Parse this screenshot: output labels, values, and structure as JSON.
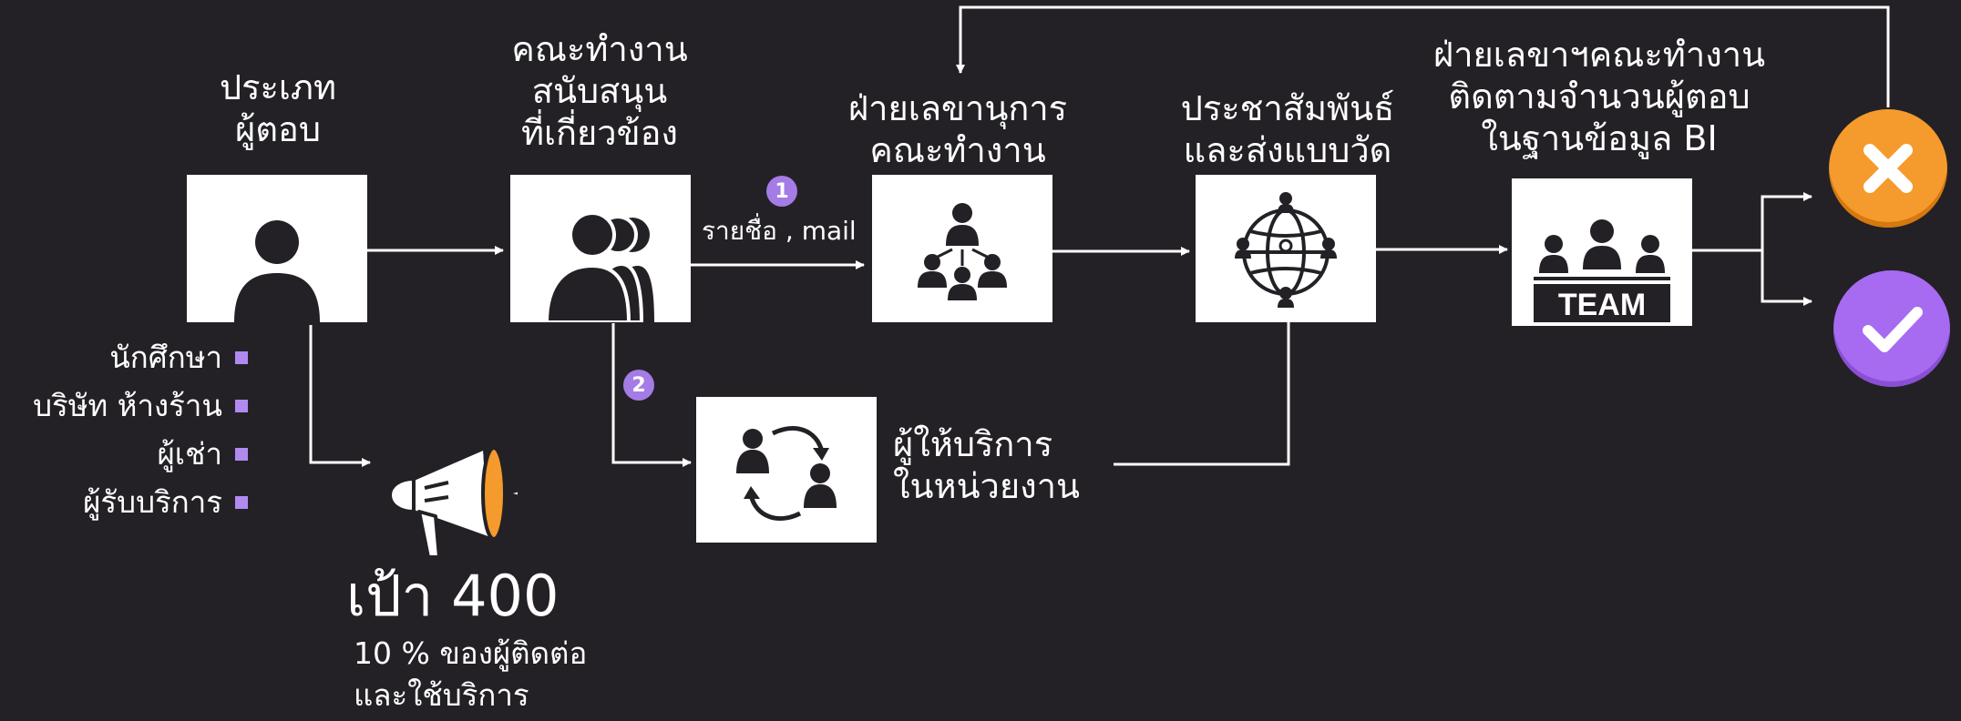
{
  "nodes": {
    "respondent_type": {
      "title": "ประเภท\nผู้ตอบ"
    },
    "support_team": {
      "title": "คณะทำงาน\nสนับสนุน\nที่เกี่ยวข้อง"
    },
    "secretariat": {
      "title": "ฝ่ายเลขานุการ\nคณะทำงาน"
    },
    "pr_survey": {
      "title": "ประชาสัมพันธ์\nและส่งแบบวัด"
    },
    "bi_tracking": {
      "title": "ฝ่ายเลขาฯคณะทำงาน\nติดตามจำนวนผู้ตอบ\nในฐานข้อมูล BI",
      "badge_text": "TEAM"
    },
    "service_providers": {
      "title": "ผู้ให้บริการ\nในหน่วยงาน"
    }
  },
  "respondent_types": [
    "นักศึกษา",
    "บริษัท ห้างร้าน",
    "ผู้เช่า",
    "ผู้รับบริการ"
  ],
  "steps": [
    {
      "number": "1",
      "label": "รายชื่อ , mail"
    },
    {
      "number": "2"
    }
  ],
  "target": {
    "title": "เป้า 400",
    "line1": "10 % ของผู้ติดต่อ",
    "line2": "และใช้บริการ"
  },
  "icons": {
    "respondent_type": "person-icon",
    "support_team": "group-icon",
    "secretariat": "org-chart-icon",
    "pr_survey": "global-network-icon",
    "bi_tracking": "team-icon",
    "service_providers": "exchange-people-icon",
    "megaphone": "megaphone-icon",
    "fail": "x-icon",
    "success": "check-icon"
  },
  "colors": {
    "background": "#232126",
    "accent_purple": "#a57be6",
    "fail_orange": "#f59a2c",
    "success_purple": "#a66bf0"
  }
}
